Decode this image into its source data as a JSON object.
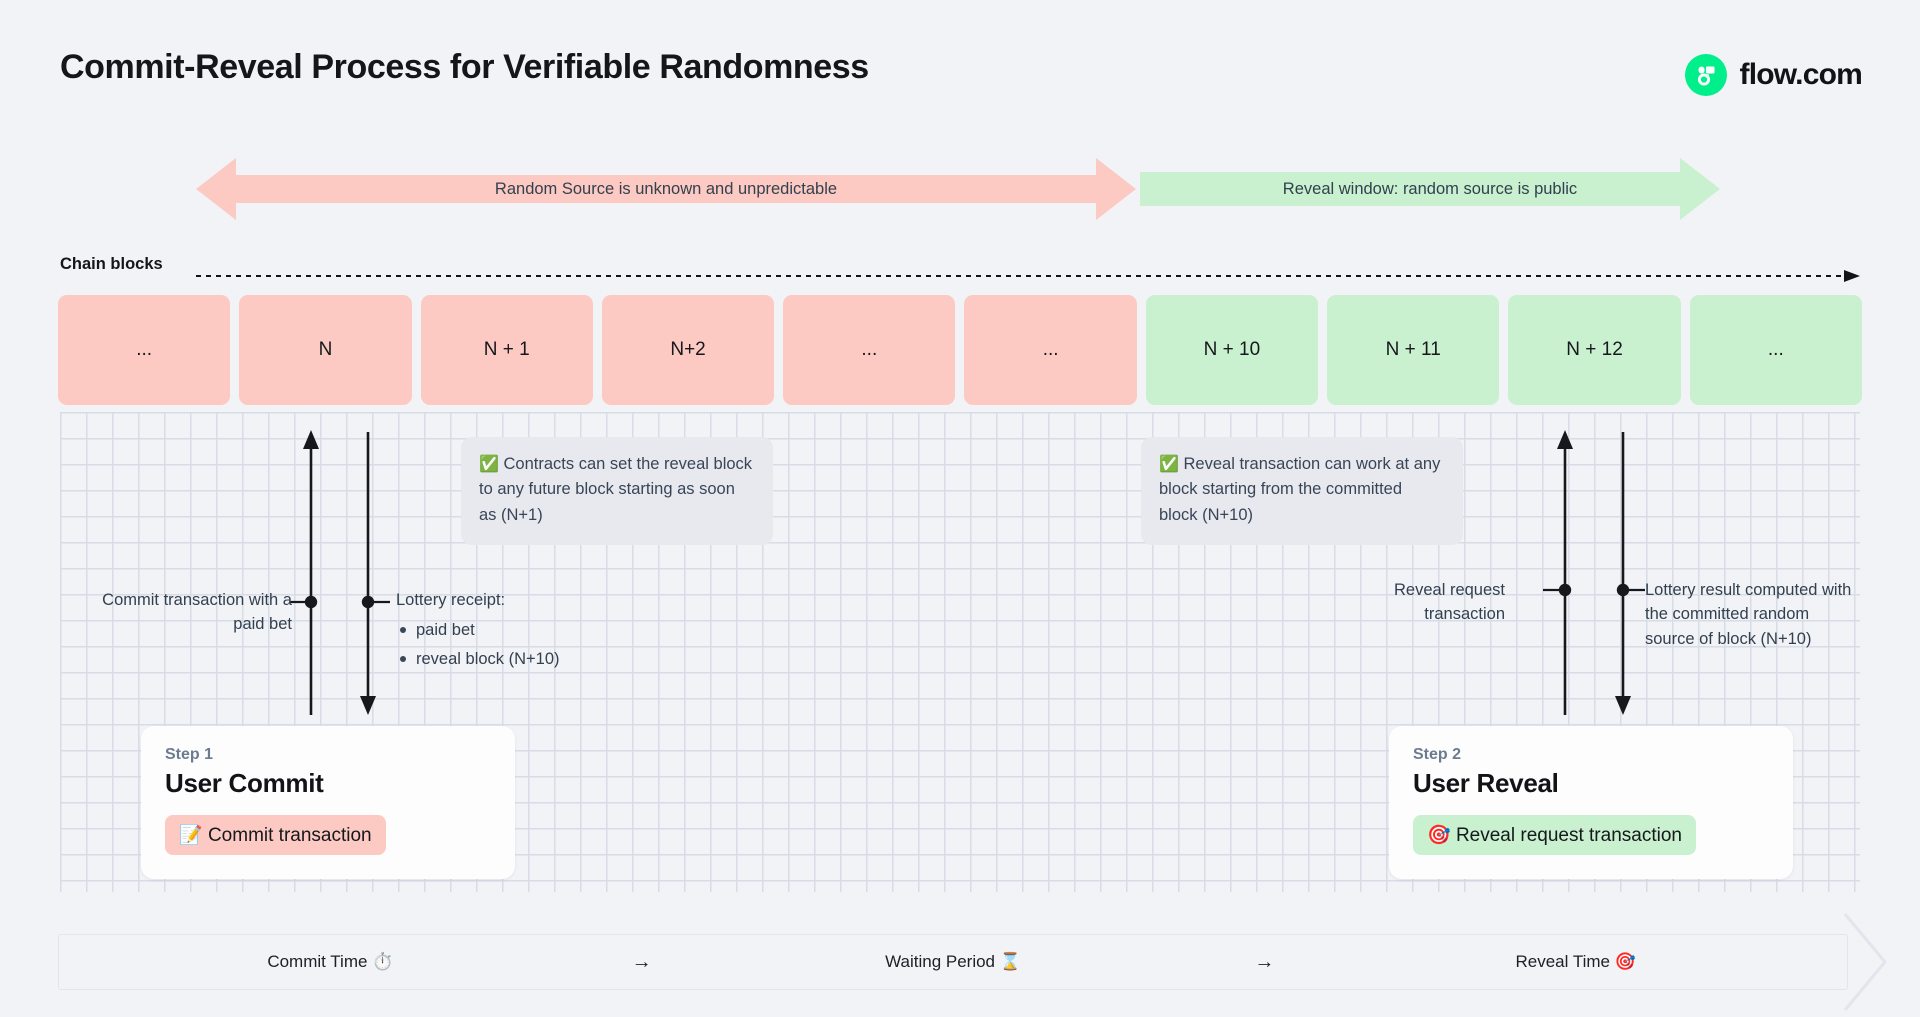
{
  "header": {
    "title": "Commit-Reveal Process for Verifiable Randomness",
    "brand_name": "flow.com",
    "brand_color": "#00ef8b"
  },
  "banners": [
    {
      "id": "unknown",
      "label": "Random Source is unknown and unpredictable",
      "color": "#fccac2",
      "direction": "double"
    },
    {
      "id": "reveal",
      "label": "Reveal window: random source is public",
      "color": "#c9f0cf",
      "direction": "right"
    }
  ],
  "chain": {
    "label": "Chain blocks",
    "blocks": [
      {
        "label": "...",
        "state": "pink"
      },
      {
        "label": "N",
        "state": "pink"
      },
      {
        "label": "N + 1",
        "state": "pink"
      },
      {
        "label": "N+2",
        "state": "pink"
      },
      {
        "label": "...",
        "state": "pink"
      },
      {
        "label": "...",
        "state": "pink"
      },
      {
        "label": "N + 10",
        "state": "green"
      },
      {
        "label": "N + 11",
        "state": "green"
      },
      {
        "label": "N + 12",
        "state": "green"
      },
      {
        "label": "...",
        "state": "green"
      }
    ]
  },
  "callouts": {
    "commit": {
      "icon": "check-mark-button",
      "text": "Contracts can set the reveal block to any future block starting as soon as (N+1)"
    },
    "reveal": {
      "icon": "check-mark-button",
      "text": "Reveal transaction can work at any block starting from the committed block (N+10)"
    }
  },
  "annotations": {
    "commit_tx": "Commit transaction with a paid bet",
    "lottery_receipt_title": "Lottery receipt:",
    "lottery_receipt_items": [
      "paid bet",
      "reveal block (N+10)"
    ],
    "reveal_request": "Reveal request transaction",
    "lottery_result": "Lottery result computed with the committed random source of block (N+10)"
  },
  "steps": [
    {
      "kicker": "Step 1",
      "title": "User Commit",
      "pill_icon": "memo",
      "pill_label": "Commit transaction",
      "pill_color": "#fccac2"
    },
    {
      "kicker": "Step 2",
      "title": "User Reveal",
      "pill_icon": "direct-hit",
      "pill_label": "Reveal request transaction",
      "pill_color": "#c9f0cf"
    }
  ],
  "timeline": {
    "segments": [
      {
        "label": "Commit Time ⏱️"
      },
      {
        "label": "Waiting Period ⌛"
      },
      {
        "label": "Reveal Time 🎯"
      }
    ],
    "arrow": "→"
  }
}
